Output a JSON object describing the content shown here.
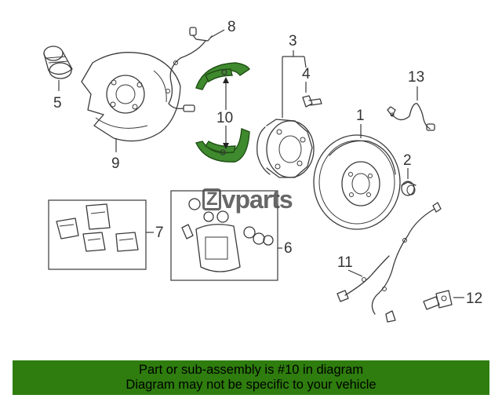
{
  "callouts": {
    "c1": "1",
    "c2": "2",
    "c3": "3",
    "c4": "4",
    "c5": "5",
    "c6": "6",
    "c7": "7",
    "c8": "8",
    "c9": "9",
    "c10": "10",
    "c11": "11",
    "c12": "12",
    "c13": "13"
  },
  "watermark": {
    "mark": "Z",
    "text": "vparts"
  },
  "footer": {
    "line1": "Part or sub-assembly is #10 in diagram",
    "line2": "Diagram may not be specific to your vehicle"
  },
  "colors": {
    "highlight": "#3f8a2e",
    "banner": "#2e7d0e"
  }
}
